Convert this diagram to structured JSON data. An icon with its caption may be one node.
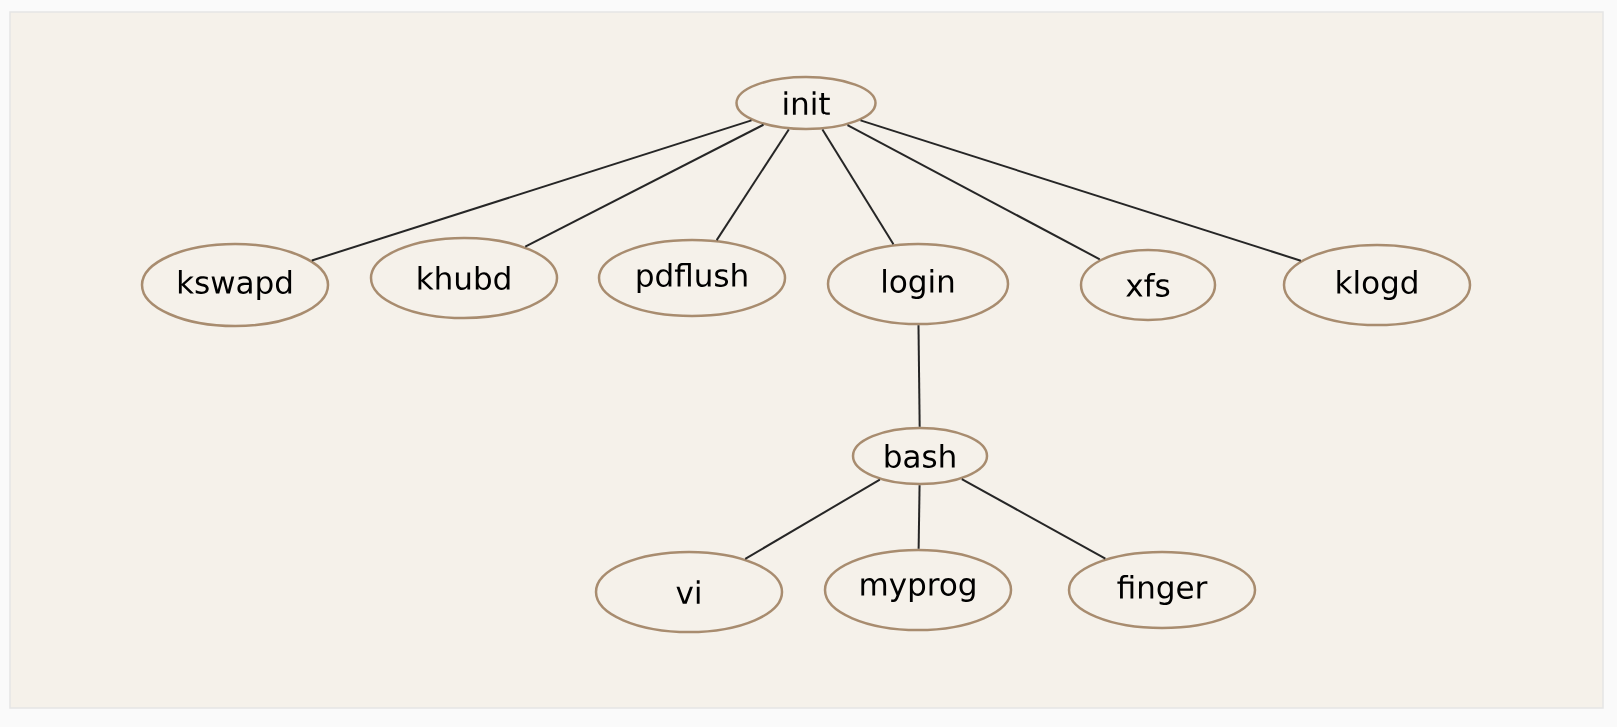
{
  "diagram": {
    "nodes": [
      {
        "text": [
          "init"
        ]
      },
      {
        "text": [
          "kswapd"
        ]
      },
      {
        "text": [
          "khubd"
        ]
      },
      {
        "text": [
          "pdflush"
        ]
      },
      {
        "text": [
          "login"
        ]
      },
      {
        "text": [
          "xfs"
        ]
      },
      {
        "text": [
          "klogd"
        ]
      },
      {
        "text": [
          "bash"
        ]
      },
      {
        "text": [
          "vi"
        ]
      },
      {
        "text": [
          "myprog"
        ]
      },
      {
        "text": [
          "finger"
        ]
      }
    ],
    "edges": [
      {
        "from": 0,
        "to": 1,
        "arrow": "none"
      },
      {
        "from": 0,
        "to": 2,
        "arrow": "none"
      },
      {
        "from": 0,
        "to": 3,
        "arrow": "none"
      },
      {
        "from": 0,
        "to": 4,
        "arrow": "none"
      },
      {
        "from": 0,
        "to": 5,
        "arrow": "none"
      },
      {
        "from": 0,
        "to": 6,
        "arrow": "none"
      },
      {
        "from": 4,
        "to": 7,
        "arrow": "none"
      },
      {
        "from": 7,
        "to": 8,
        "arrow": "none"
      },
      {
        "from": 7,
        "to": 9,
        "arrow": "none"
      },
      {
        "from": 7,
        "to": 10,
        "arrow": "none"
      }
    ]
  }
}
